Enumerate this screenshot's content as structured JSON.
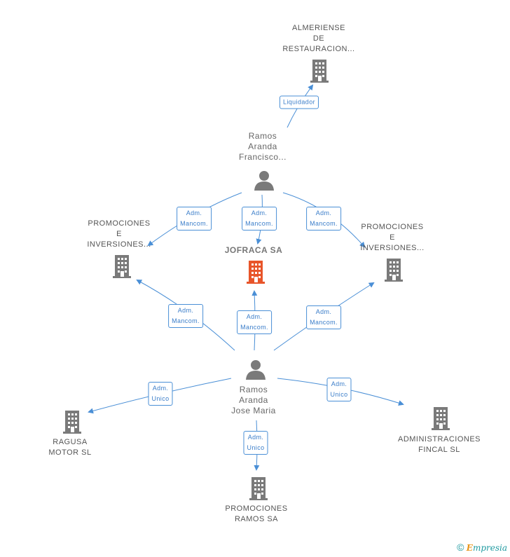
{
  "nodes": {
    "almeriense": {
      "label": "ALMERIENSE\nDE\nRESTAURACION..."
    },
    "francisco": {
      "label": "Ramos\nAranda\nFrancisco..."
    },
    "promo_left": {
      "label": "PROMOCIONES\nE\nINVERSIONES..."
    },
    "promo_right": {
      "label": "PROMOCIONES\nE\nINVERSIONES..."
    },
    "jofraca": {
      "label": "JOFRACA SA"
    },
    "jose": {
      "label": "Ramos\nAranda\nJose Maria"
    },
    "ragusa": {
      "label": "RAGUSA\nMOTOR SL"
    },
    "admin": {
      "label": "ADMINISTRACIONES\nFINCAL SL"
    },
    "promo_ramos": {
      "label": "PROMOCIONES\nRAMOS SA"
    }
  },
  "edges": {
    "liquidador": "Liquidador",
    "f_left": "Adm.\nMancom.",
    "f_center": "Adm.\nMancom.",
    "f_right": "Adm.\nMancom.",
    "j_left": "Adm.\nMancom.",
    "j_center": "Adm.\nMancom.",
    "j_right": "Adm.\nMancom.",
    "j_ragusa": "Adm.\nUnico",
    "j_admin": "Adm.\nUnico",
    "j_ramos": "Adm.\nUnico"
  },
  "colors": {
    "edge": "#4a8fd6",
    "icon": "#7a7a7a",
    "focus": "#e8552a"
  },
  "footer": {
    "copyright": "©",
    "brand_e": "E",
    "brand_rest": "mpresia"
  }
}
